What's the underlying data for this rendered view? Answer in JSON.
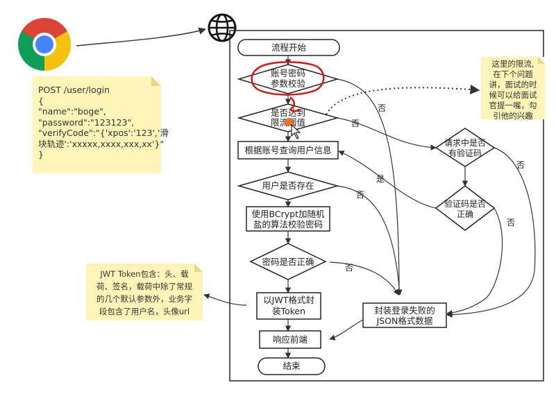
{
  "notes": {
    "request": {
      "lines": [
        "POST /user/login",
        "{",
        "\"name\":\"boge\",",
        "\"password\":\"123123\",",
        "\"verifyCode\":\"{'xpos':'123','滑",
        "块轨迹':'xxxxx,xxxx,xxx,xx'}\"",
        "}"
      ]
    },
    "limit": {
      "lines": [
        "这里的限流,",
        "在下个问题",
        "讲，面试的时",
        "候可以给面试",
        "官提一嘴，勾",
        "引他的兴趣"
      ]
    },
    "jwt": {
      "lines": [
        "JWT Token包含：头、载",
        "荷、签名，载荷中除了常规",
        "的几个默认参数外，业务字",
        "段包含了用户名，头像url"
      ]
    }
  },
  "flow": {
    "start": "流程开始",
    "param_check": [
      "账号密码",
      "参数校验"
    ],
    "rate_limit": [
      "是否达到",
      "限流阈值"
    ],
    "query_user": "根据账号查询用户信息",
    "user_exists": "用户是否存在",
    "bcrypt": [
      "使用BCrypt加随机",
      "盐的算法校验密码"
    ],
    "pwd_correct": "密码是否正确",
    "jwt_token": [
      "以JWT格式封",
      "装Token"
    ],
    "respond": "响应前端",
    "end": "结束",
    "has_captcha": [
      "请求中是否",
      "有验证码"
    ],
    "captcha_correct": [
      "验证码是否",
      "正确"
    ],
    "fail_json": [
      "封装登录失败的",
      "JSON格式数据"
    ]
  },
  "edge_labels": {
    "no1": "否",
    "no2": "否",
    "no3": "否",
    "no4": "否",
    "no5": "否",
    "no6": "否",
    "yes1": "是"
  },
  "colors": {
    "note_bg": "#fdf5b8",
    "stroke": "#333333",
    "annotation_red": "#e01010",
    "cursor_dot": "#e8742a",
    "chrome_red": "#db4437",
    "chrome_yellow": "#f4c20d",
    "chrome_green": "#0f9d58",
    "chrome_blue": "#4285f4"
  },
  "icons": {
    "browser": "chrome-icon",
    "network": "globe-icon"
  }
}
